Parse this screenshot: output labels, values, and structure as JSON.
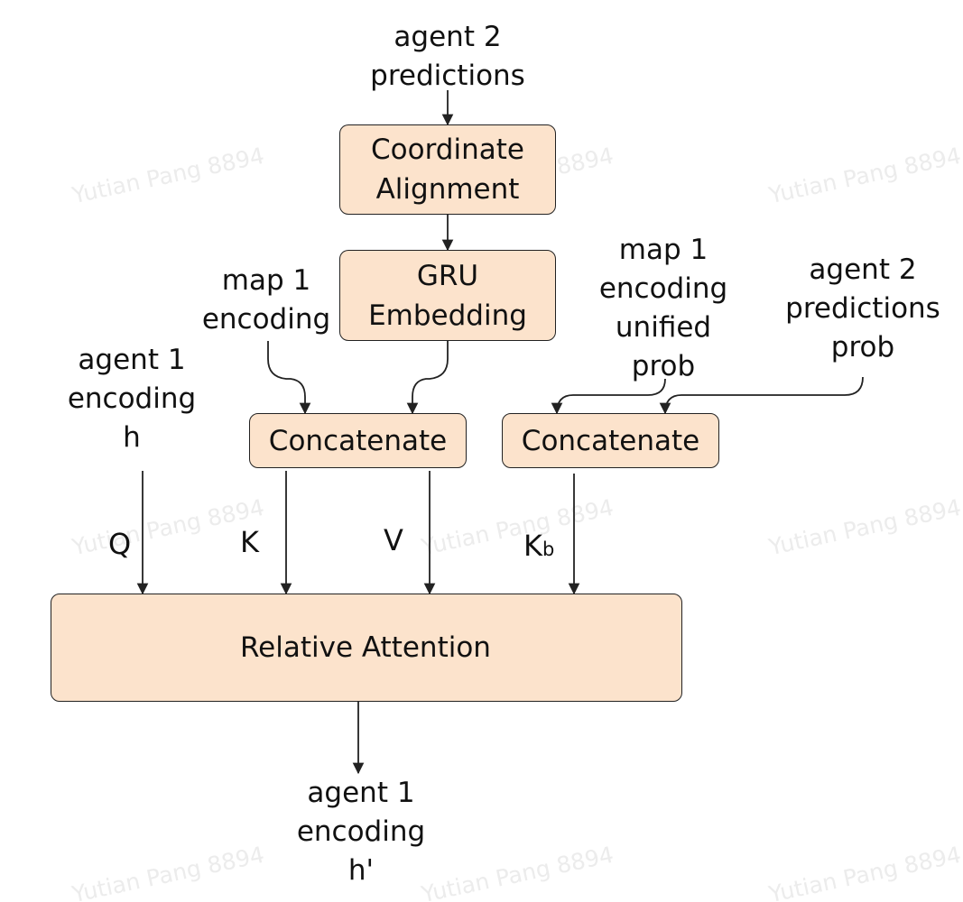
{
  "watermark": "Yutian Pang 8894",
  "top_input": [
    "agent 2",
    "predictions"
  ],
  "coordinate_box": [
    "Coordinate",
    "Alignment"
  ],
  "gru_box": [
    "GRU",
    "Embedding"
  ],
  "map_encoding_left": [
    "map 1",
    "encoding"
  ],
  "map_encoding_right": [
    "map 1",
    "encoding",
    "unified",
    "prob"
  ],
  "predictions_prob": [
    "agent 2",
    "predictions",
    "prob"
  ],
  "agent1_input": [
    "agent 1",
    "encoding",
    "h"
  ],
  "concat_left": "Concatenate",
  "concat_right": "Concatenate",
  "q_label": "Q",
  "k_label": "K",
  "v_label": "V",
  "kb_label": {
    "main": "K",
    "sub": "b"
  },
  "attention_box": "Relative Attention",
  "output": [
    "agent 1",
    "encoding",
    "h'"
  ],
  "colors": {
    "box_fill": "#fce3cc",
    "stroke": "#222222",
    "watermark": "#ececec"
  }
}
